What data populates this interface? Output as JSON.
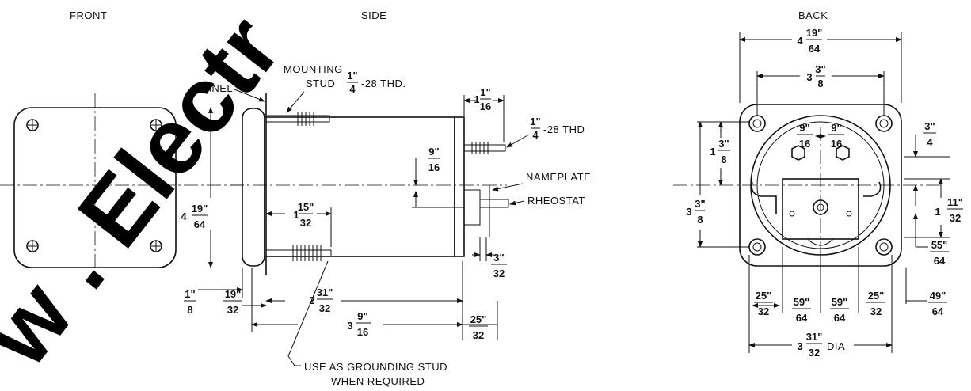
{
  "views": {
    "front": "FRONT",
    "side": "SIDE",
    "back": "BACK"
  },
  "labels": {
    "panel": "PANEL",
    "mounting_l1": "MOUNTING",
    "mounting_l2": "STUD",
    "mounting_thd": "-28 THD.",
    "thd_right": "-28 THD",
    "nameplate": "NAMEPLATE",
    "rheostat": "RHEOSTAT",
    "grounding_l1": "USE AS GROUNDING STUD",
    "grounding_l2": "WHEN REQUIRED",
    "dia": "DIA"
  },
  "dims": {
    "quarter_n": "1\"",
    "quarter_d": "4",
    "sixteenth_w": "1",
    "sixteenth_n": "1\"",
    "sixteenth_d": "16",
    "nine16_n": "9\"",
    "nine16_d": "16",
    "h_w": "4",
    "h_n": "19\"",
    "h_d": "64",
    "fifteen32_w": "1",
    "fifteen32_n": "15\"",
    "fifteen32_d": "32",
    "three32_n": "3\"",
    "three32_d": "32",
    "eighth_n": "1\"",
    "eighth_d": "8",
    "nineteen32_n": "19\"",
    "nineteen32_d": "32",
    "len1_w": "2",
    "len1_n": "31\"",
    "len1_d": "32",
    "len2_w": "3",
    "len2_n": "9\"",
    "len2_d": "16",
    "twentyfive32_n": "25\"",
    "twentyfive32_d": "32",
    "back_w_w": "4",
    "back_w_n": "19\"",
    "back_w_d": "64",
    "back_38_w": "3",
    "back_38_n": "3\"",
    "back_38_d": "8",
    "back_916a_n": "9\"",
    "back_916a_d": "16",
    "back_916b_n": "9\"",
    "back_916b_d": "16",
    "back_138_w": "1",
    "back_138_n": "3\"",
    "back_138_d": "8",
    "back_338_w": "3",
    "back_338_n": "3\"",
    "back_338_d": "8",
    "back_34_n": "3\"",
    "back_34_d": "4",
    "back_1132_w": "1",
    "back_1132_n": "11\"",
    "back_1132_d": "32",
    "back_5564_n": "55\"",
    "back_5564_d": "64",
    "back_4964_n": "49\"",
    "back_4964_d": "64",
    "back_2532a_n": "25\"",
    "back_2532a_d": "32",
    "back_5964a_n": "59\"",
    "back_5964a_d": "64",
    "back_5964b_n": "59\"",
    "back_5964b_d": "64",
    "back_2532b_n": "25\"",
    "back_2532b_d": "32",
    "back_dia_w": "3",
    "back_dia_n": "31\"",
    "back_dia_d": "32"
  },
  "watermark": "w . Electr"
}
